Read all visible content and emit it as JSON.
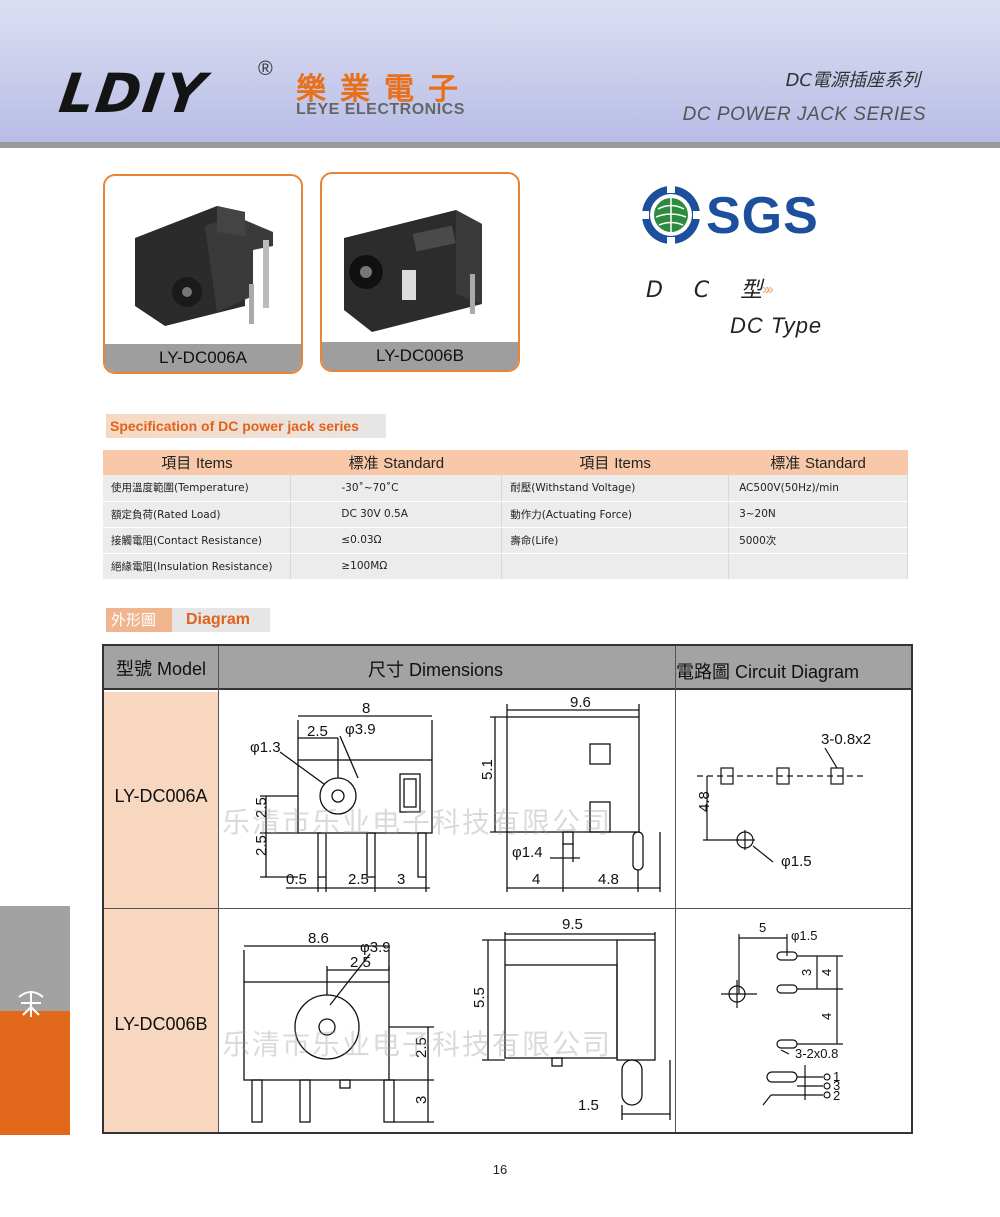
{
  "header": {
    "logo": "LDIY",
    "registered": "®",
    "company_cn": "樂業電子",
    "company_en": "LEYE ELECTRONICS",
    "series_cn": "DC電源插座系列",
    "series_en": "DC POWER JACK SERIES"
  },
  "products": [
    {
      "label": "LY-DC006A"
    },
    {
      "label": "LY-DC006B"
    }
  ],
  "certification": {
    "logo": "SGS"
  },
  "type": {
    "cn": "D C 型",
    "arrows": "»»",
    "en": "DC  Type"
  },
  "spec_section": {
    "title": "Specification of DC power jack series"
  },
  "spec_table": {
    "headers": [
      {
        "cn": "項目",
        "en": "Items"
      },
      {
        "cn": "標准",
        "en": "Standard"
      },
      {
        "cn": "項目",
        "en": "Items"
      },
      {
        "cn": "標准",
        "en": "Standard"
      }
    ],
    "rows": [
      [
        "使用溫度範圍(Temperature)",
        "-30˚~70˚C",
        "耐壓(Withstand Voltage)",
        "AC500V(50Hz)/min"
      ],
      [
        "額定負荷(Rated Load)",
        "DC 30V  0.5A",
        "動作力(Actuating Force)",
        "3~20N"
      ],
      [
        "接觸電阻(Contact Resistance)",
        "≤0.03Ω",
        "壽命(Life)",
        "5000次"
      ],
      [
        "絕緣電阻(Insulation Resistance)",
        "≥100MΩ",
        "",
        ""
      ]
    ]
  },
  "diagram_section": {
    "title_cn": "外形圖",
    "title_en": "Diagram"
  },
  "diagram_table": {
    "headers": {
      "model": "型號 Model",
      "dimensions": "尺寸 Dimensions",
      "circuit": "電路圖 Circuit Diagram"
    },
    "rows": [
      {
        "model": "LY-DC006A"
      },
      {
        "model": "LY-DC006B"
      }
    ]
  },
  "dims_a": {
    "front": {
      "w": "8",
      "d1": "2.5",
      "d2": "φ3.9",
      "d3": "φ1.3",
      "h1": "2.5",
      "h2": "2.5",
      "b1": "0.5",
      "b2": "2.5",
      "b3": "3"
    },
    "side": {
      "w": "9.6",
      "h": "5.1",
      "pin": "φ1.4",
      "b1": "4",
      "b2": "4.8"
    },
    "circuit": {
      "pad": "3-0.8x2",
      "h": "4.8",
      "hole": "φ1.5"
    }
  },
  "dims_b": {
    "front": {
      "w": "8.6",
      "d1": "2.5",
      "d2": "φ3.9",
      "h1": "2.5",
      "h2": "3"
    },
    "side": {
      "w": "9.5",
      "h": "5.5",
      "b": "1.5"
    },
    "circuit": {
      "w": "5",
      "hole": "φ1.5",
      "v1": "3",
      "v2": "4",
      "v3": "4",
      "pad": "3-2x0.8",
      "p1": "1",
      "p3": "3",
      "p2": "2"
    }
  },
  "watermark": "乐清市乐业电子科技有限公司",
  "page_number": "16"
}
